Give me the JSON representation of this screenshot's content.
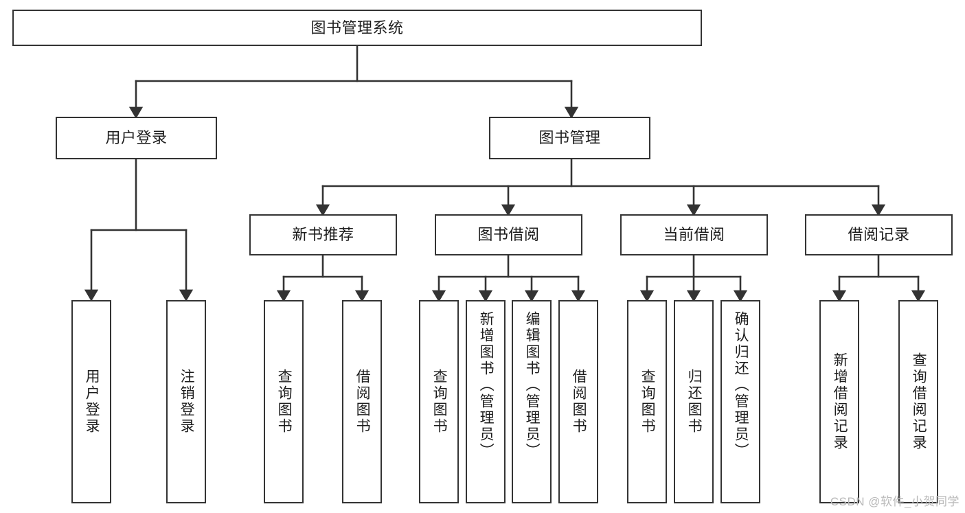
{
  "diagram": {
    "title": "图书管理系统",
    "type": "tree",
    "colors": {
      "background": "#ffffff",
      "node_border": "#333333",
      "node_fill": "#ffffff",
      "edge": "#333333",
      "text": "#1d1d1d",
      "watermark": "#b9b9b9"
    },
    "root": {
      "id": "root",
      "label": "图书管理系统"
    },
    "level2": [
      {
        "id": "user-login",
        "label": "用户登录"
      },
      {
        "id": "book-management",
        "label": "图书管理"
      }
    ],
    "level3": [
      {
        "id": "new-book-recommend",
        "label": "新书推荐",
        "parent": "book-management"
      },
      {
        "id": "book-borrow",
        "label": "图书借阅",
        "parent": "book-management"
      },
      {
        "id": "current-borrow",
        "label": "当前借阅",
        "parent": "book-management"
      },
      {
        "id": "borrow-record",
        "label": "借阅记录",
        "parent": "book-management"
      }
    ],
    "leaves": [
      {
        "id": "leaf-user-login",
        "label": "用户登录",
        "parent": "user-login"
      },
      {
        "id": "leaf-logout",
        "label": "注销登录",
        "parent": "user-login"
      },
      {
        "id": "leaf-query-book-1",
        "label": "查询图书",
        "parent": "new-book-recommend"
      },
      {
        "id": "leaf-borrow-book-1",
        "label": "借阅图书",
        "parent": "new-book-recommend"
      },
      {
        "id": "leaf-query-book-2",
        "label": "查询图书",
        "parent": "book-borrow"
      },
      {
        "id": "leaf-add-book",
        "label": "新增图书（管理员）",
        "parent": "book-borrow"
      },
      {
        "id": "leaf-edit-book",
        "label": "编辑图书（管理员）",
        "parent": "book-borrow"
      },
      {
        "id": "leaf-borrow-book-2",
        "label": "借阅图书",
        "parent": "book-borrow"
      },
      {
        "id": "leaf-query-book-3",
        "label": "查询图书",
        "parent": "current-borrow"
      },
      {
        "id": "leaf-return-book",
        "label": "归还图书",
        "parent": "current-borrow"
      },
      {
        "id": "leaf-confirm-return",
        "label": "确认归还（管理员）",
        "parent": "current-borrow"
      },
      {
        "id": "leaf-add-record",
        "label": "新增借阅记录",
        "parent": "borrow-record"
      },
      {
        "id": "leaf-query-record",
        "label": "查询借阅记录",
        "parent": "borrow-record"
      }
    ],
    "watermark": "CSDN @软件_小贺同学"
  }
}
